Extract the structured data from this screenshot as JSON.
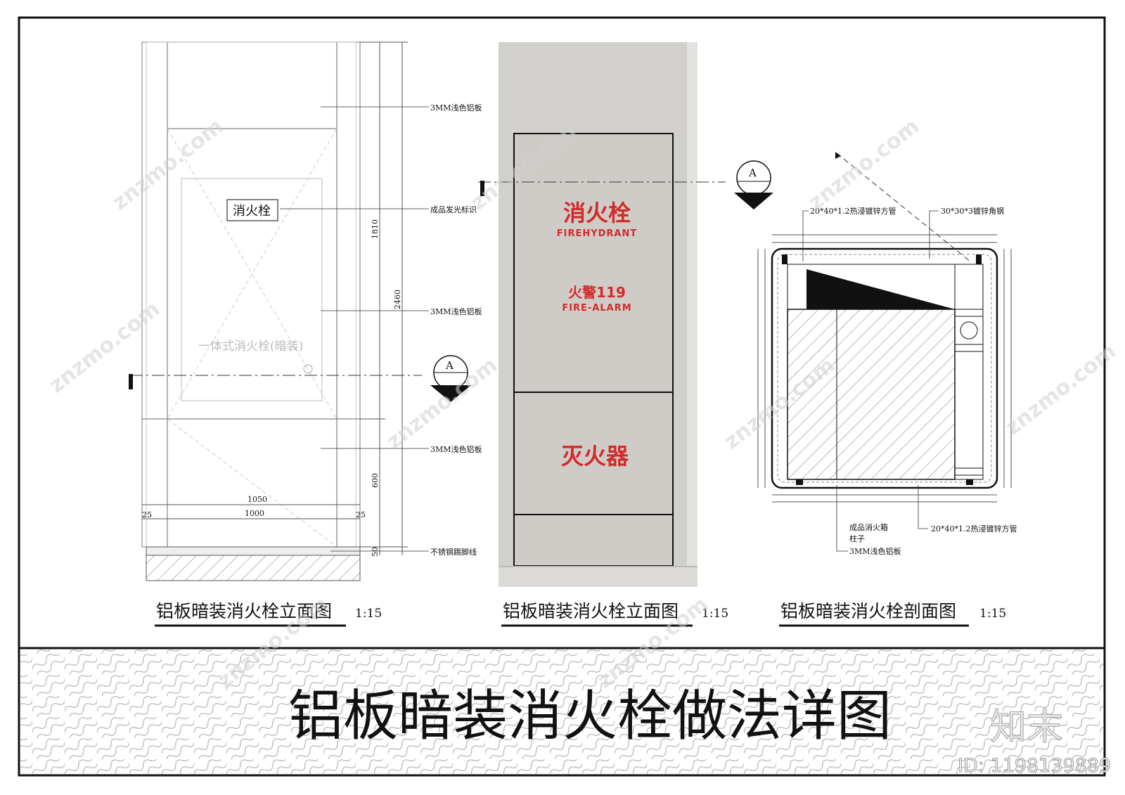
{
  "elevation_left": {
    "notes": [
      "3MM浅色铝板",
      "成品发光标识",
      "3MM浅色铝板",
      "3MM浅色铝板",
      "不锈钢踢脚线"
    ],
    "sign_text": "消火栓",
    "hidden_label": "一体式消火栓(暗装)",
    "dims": {
      "total_h": "2460",
      "upper_h": "1810",
      "lower_h": "600",
      "base_h": "50",
      "width_outer": "1050",
      "width_inner": "1000",
      "side_left": "25",
      "side_right": "25"
    },
    "section_marker": {
      "letter": "A",
      "sub": "-"
    },
    "caption": "铝板暗装消火栓立面图",
    "scale": "1:15"
  },
  "photo": {
    "title_cn": "消火栓",
    "title_en": "FIREHYDRANT",
    "alarm_cn": "火警119",
    "alarm_en": "FIRE-ALARM",
    "extinguisher": "灭火器",
    "caption": "铝板暗装消火栓立面图",
    "scale": "1:15",
    "section_marker": {
      "letter": "A",
      "sub": "-"
    }
  },
  "section": {
    "notes_top": [
      "20*40*1.2热浸镀锌方管",
      "30*30*3镀锌角钢"
    ],
    "notes_bottom": [
      "成品消火箱",
      "柱子",
      "3MM浅色铝板"
    ],
    "note_bottom_right": "20*40*1.2热浸镀锌方管",
    "caption": "铝板暗装消火栓剖面图",
    "scale": "1:15"
  },
  "title_block": {
    "title": "铝板暗装消火栓做法详图",
    "logo": "知末",
    "id_text": "ID: 1198139889"
  },
  "watermark": "znzmo.com",
  "colors": {
    "sign_red": "#d42a2a",
    "photo_bg": "#d2d0cd",
    "panel": "#cfccc8"
  }
}
